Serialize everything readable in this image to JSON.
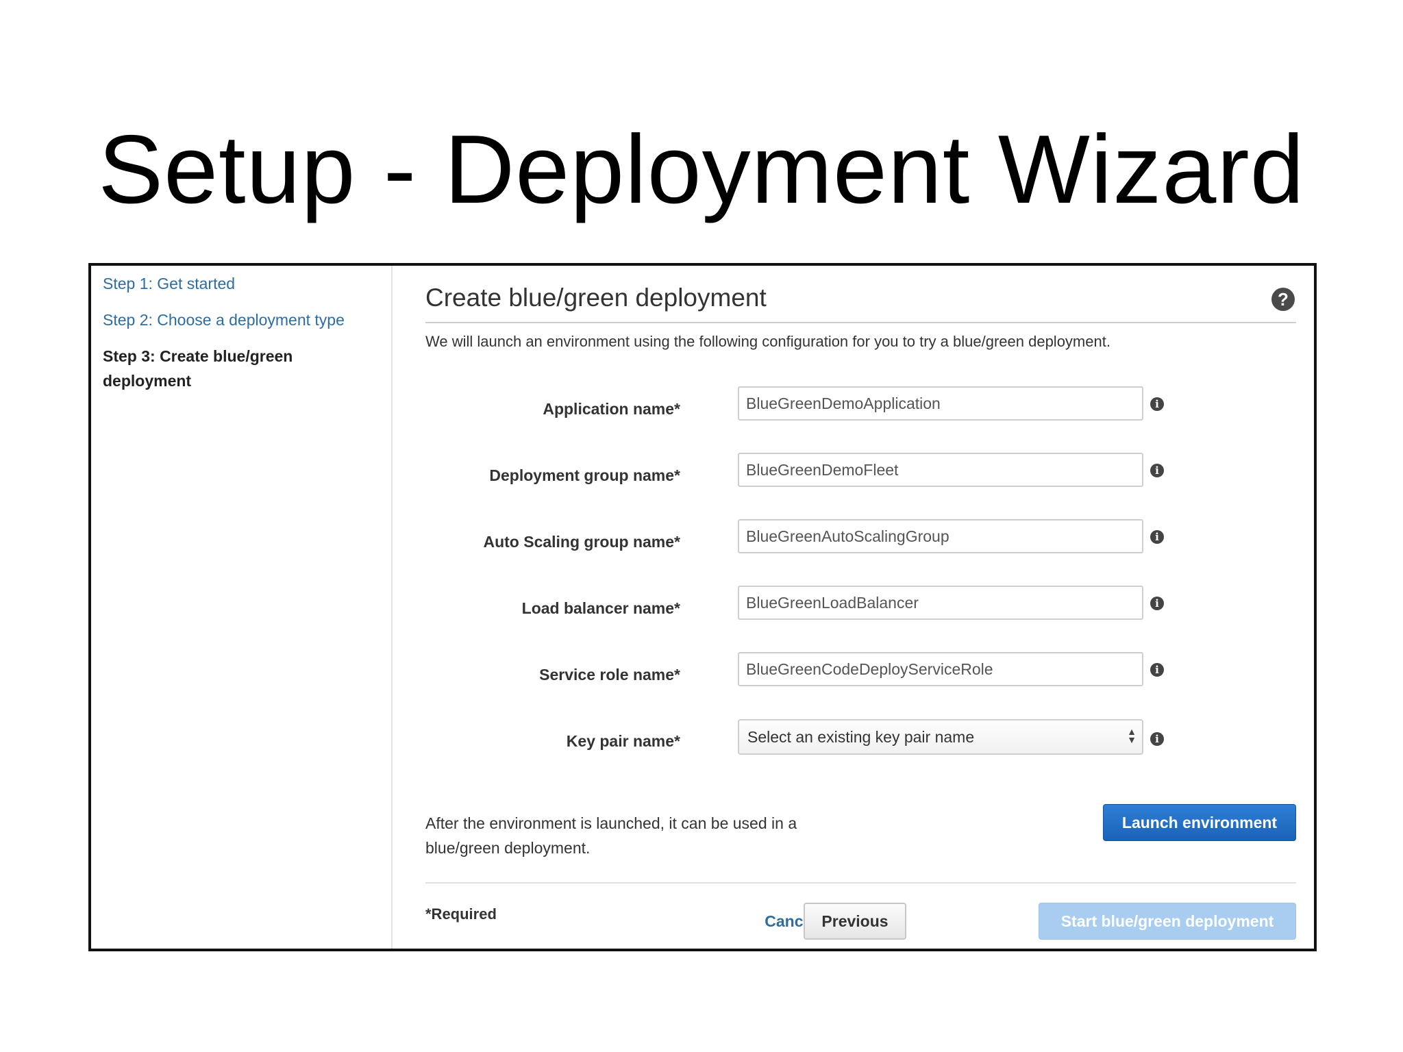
{
  "slide": {
    "title": "Setup - Deployment Wizard"
  },
  "sidebar": {
    "steps": [
      {
        "label": "Step 1: Get started"
      },
      {
        "label": "Step 2: Choose a deployment type"
      },
      {
        "label": "Step 3: Create blue/green deployment"
      }
    ]
  },
  "panel": {
    "title": "Create blue/green deployment",
    "help_icon": "?",
    "intro": "We will launch an environment using the following configuration for you to try a blue/green deployment."
  },
  "fields": [
    {
      "label": "Application name*",
      "value": "BlueGreenDemoApplication"
    },
    {
      "label": "Deployment group name*",
      "value": "BlueGreenDemoFleet"
    },
    {
      "label": "Auto Scaling group name*",
      "value": "BlueGreenAutoScalingGroup"
    },
    {
      "label": "Load balancer name*",
      "value": "BlueGreenLoadBalancer"
    },
    {
      "label": "Service role name*",
      "value": "BlueGreenCodeDeployServiceRole"
    },
    {
      "label": "Key pair name*",
      "value": "Select an existing key pair name"
    }
  ],
  "info_icon": "i",
  "after_text": "After the environment is launched, it can be used in a blue/green deployment.",
  "buttons": {
    "launch": "Launch environment",
    "cancel": "Cancel",
    "previous": "Previous",
    "start": "Start blue/green deployment"
  },
  "required_note": "*Required",
  "colors": {
    "link": "#2e6da4",
    "primary": "#1a62b7",
    "primary_disabled": "#a9cdf0"
  }
}
